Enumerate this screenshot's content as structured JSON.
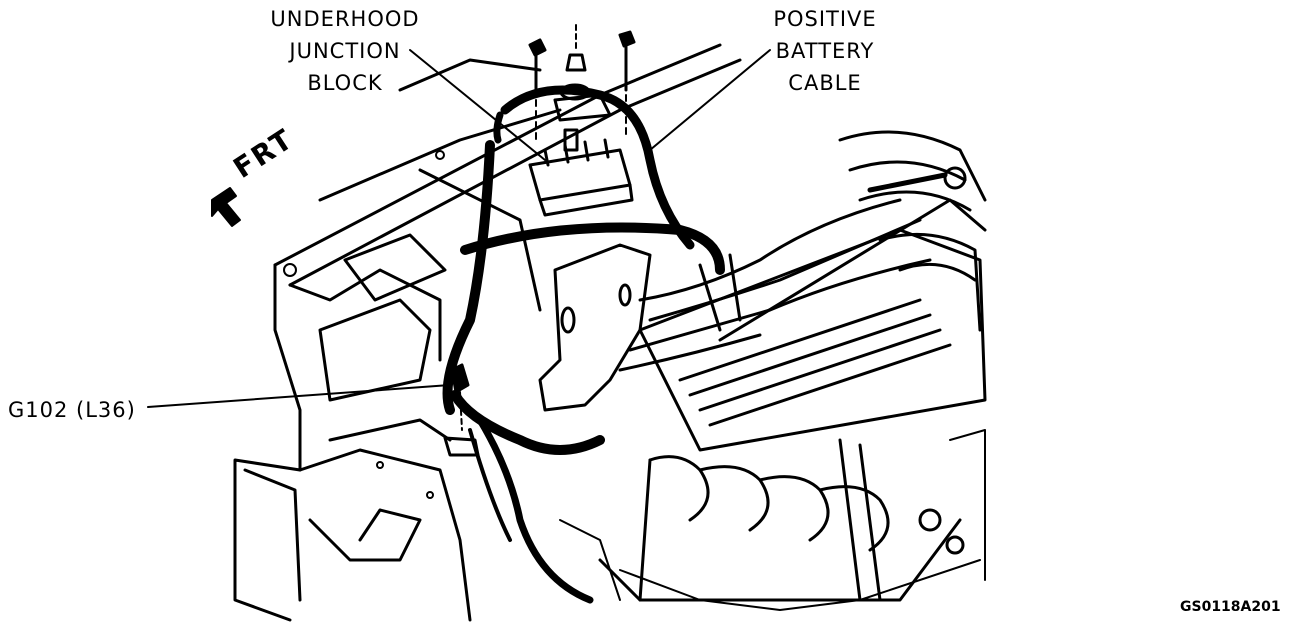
{
  "labels": {
    "underhood_junction_block": [
      "UNDERHOOD",
      "JUNCTION",
      "BLOCK"
    ],
    "positive_battery_cable": [
      "POSITIVE",
      "BATTERY",
      "CABLE"
    ],
    "ground": "G102 (L36)",
    "front": "FRT",
    "figure_code": "GS0118A201"
  }
}
